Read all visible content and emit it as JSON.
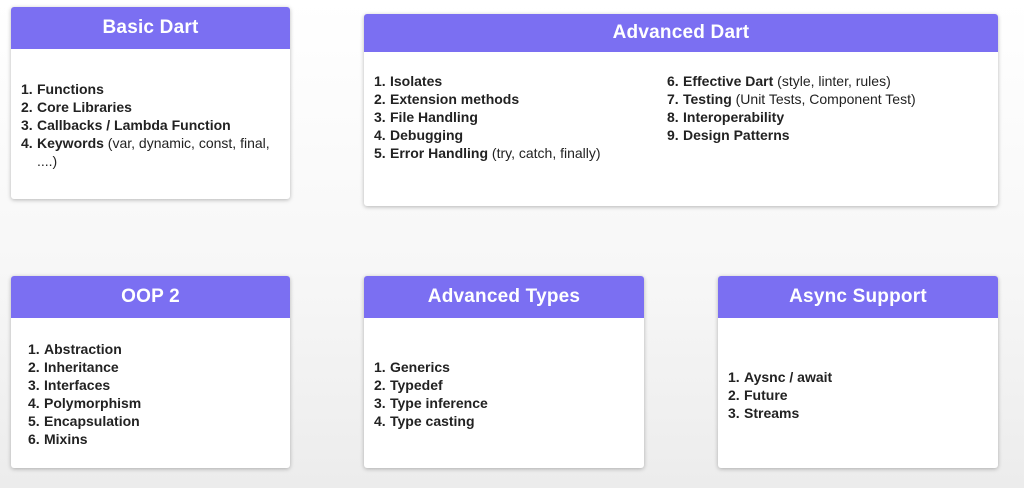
{
  "cards": {
    "basic": {
      "title": "Basic Dart",
      "items": [
        {
          "num": "1.",
          "term": "Functions",
          "note": ""
        },
        {
          "num": "2.",
          "term": "Core Libraries",
          "note": ""
        },
        {
          "num": "3.",
          "term": "Callbacks / Lambda Function",
          "note": ""
        },
        {
          "num": "4.",
          "term": "Keywords",
          "note": " (var, dynamic, const, final, ....)"
        }
      ]
    },
    "advanced": {
      "title": "Advanced Dart",
      "items_left": [
        {
          "num": "1.",
          "term": "Isolates",
          "note": ""
        },
        {
          "num": "2.",
          "term": "Extension methods",
          "note": ""
        },
        {
          "num": "3.",
          "term": "File Handling",
          "note": ""
        },
        {
          "num": "4.",
          "term": "Debugging",
          "note": ""
        },
        {
          "num": "5.",
          "term": "Error Handling",
          "note": " (try, catch, finally)"
        }
      ],
      "items_right": [
        {
          "num": "6.",
          "term": "Effective Dart",
          "note": " (style, linter, rules)"
        },
        {
          "num": "7.",
          "term": "Testing",
          "note": " (Unit Tests, Component Test)"
        },
        {
          "num": "8.",
          "term": "Interoperability",
          "note": ""
        },
        {
          "num": "9.",
          "term": "Design Patterns",
          "note": ""
        }
      ]
    },
    "oop": {
      "title": "OOP 2",
      "items": [
        {
          "num": "1.",
          "term": "Abstraction",
          "note": ""
        },
        {
          "num": "2.",
          "term": "Inheritance",
          "note": ""
        },
        {
          "num": "3.",
          "term": "Interfaces",
          "note": ""
        },
        {
          "num": "4.",
          "term": "Polymorphism",
          "note": ""
        },
        {
          "num": "5.",
          "term": "Encapsulation",
          "note": ""
        },
        {
          "num": "6.",
          "term": "Mixins",
          "note": ""
        }
      ]
    },
    "types": {
      "title": "Advanced Types",
      "items": [
        {
          "num": "1.",
          "term": "Generics",
          "note": ""
        },
        {
          "num": "2.",
          "term": "Typedef",
          "note": ""
        },
        {
          "num": "3.",
          "term": "Type inference",
          "note": ""
        },
        {
          "num": "4.",
          "term": "Type casting",
          "note": ""
        }
      ]
    },
    "async": {
      "title": "Async Support",
      "items": [
        {
          "num": "1.",
          "term": "Aysnc / await",
          "note": ""
        },
        {
          "num": "2.",
          "term": "Future",
          "note": ""
        },
        {
          "num": "3.",
          "term": "Streams",
          "note": ""
        }
      ]
    }
  },
  "colors": {
    "header": "#7b6ff2",
    "card": "#ffffff",
    "text": "#222222"
  }
}
